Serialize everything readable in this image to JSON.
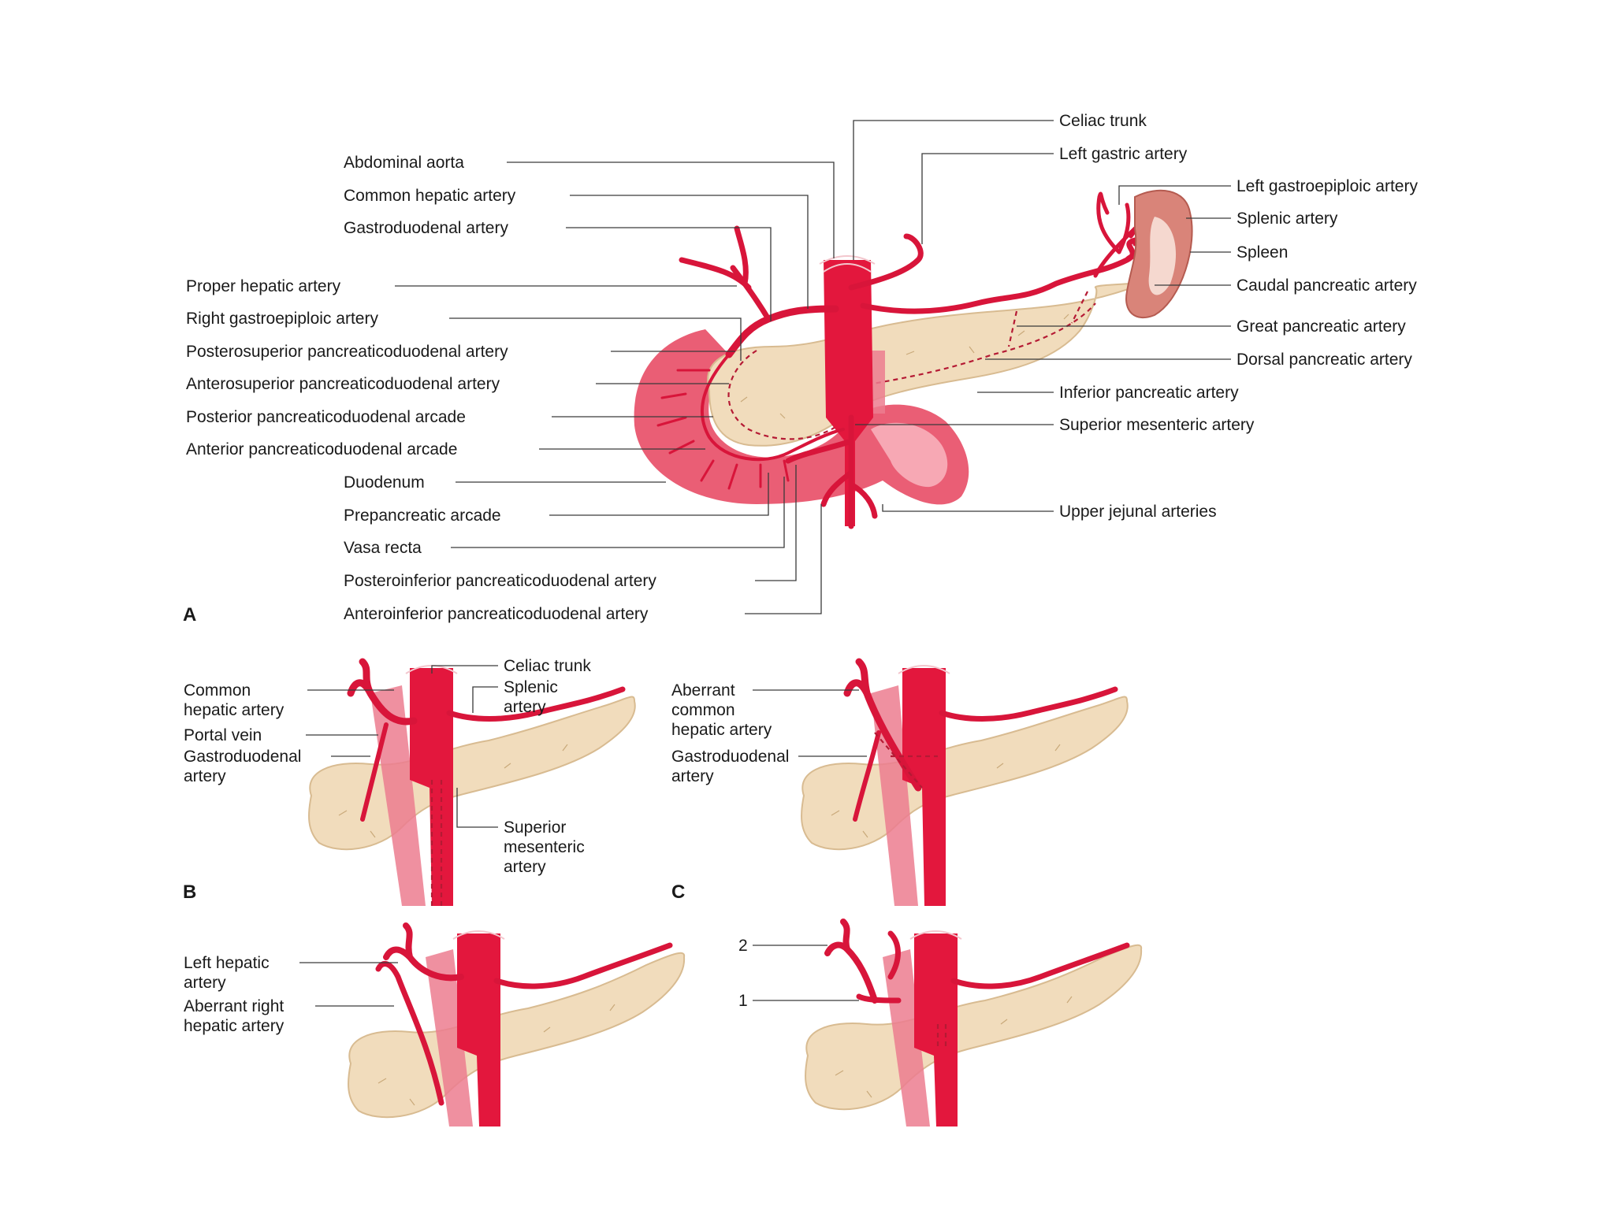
{
  "panels": {
    "a": "A",
    "b": "B",
    "c": "C"
  },
  "panel_a": {
    "labels_left": [
      "Abdominal aorta",
      "Common hepatic artery",
      "Gastroduodenal artery",
      "Proper hepatic artery",
      "Right gastroepiploic artery",
      "Posterosuperior pancreaticoduodenal artery",
      "Anterosuperior pancreaticoduodenal artery",
      "Posterior pancreaticoduodenal arcade",
      "Anterior pancreaticoduodenal arcade",
      "Duodenum",
      "Prepancreatic arcade",
      "Vasa recta",
      "Posteroinferior pancreaticoduodenal artery",
      "Anteroinferior pancreaticoduodenal artery"
    ],
    "labels_right": [
      "Celiac trunk",
      "Left gastric artery",
      "Left gastroepiploic artery",
      "Splenic artery",
      "Spleen",
      "Caudal pancreatic artery",
      "Great pancreatic artery",
      "Dorsal pancreatic artery",
      "Inferior pancreatic artery",
      "Superior mesenteric artery",
      "Upper jejunal arteries"
    ]
  },
  "panel_b": {
    "common_hepatic": [
      "Common",
      "hepatic artery"
    ],
    "portal_vein": "Portal vein",
    "gastroduodenal": [
      "Gastroduodenal",
      "artery"
    ],
    "celiac_trunk": "Celiac trunk",
    "splenic": [
      "Splenic",
      "artery"
    ],
    "superior_mesenteric": [
      "Superior",
      "mesenteric",
      "artery"
    ]
  },
  "panel_c": {
    "aberrant_common_hepatic": [
      "Aberrant",
      "common",
      "hepatic artery"
    ],
    "gastroduodenal": [
      "Gastroduodenal",
      "artery"
    ]
  },
  "panel_d": {
    "left_hepatic": [
      "Left hepatic",
      "artery"
    ],
    "aberrant_right_hepatic": [
      "Aberrant right",
      "hepatic artery"
    ]
  },
  "panel_e": {
    "marker_2": "2",
    "marker_1": "1"
  },
  "colors": {
    "artery": "#d8153a",
    "pancreas": "#f1dcbc",
    "duodenum": "#ea5e75",
    "spleen": "#d98479"
  }
}
